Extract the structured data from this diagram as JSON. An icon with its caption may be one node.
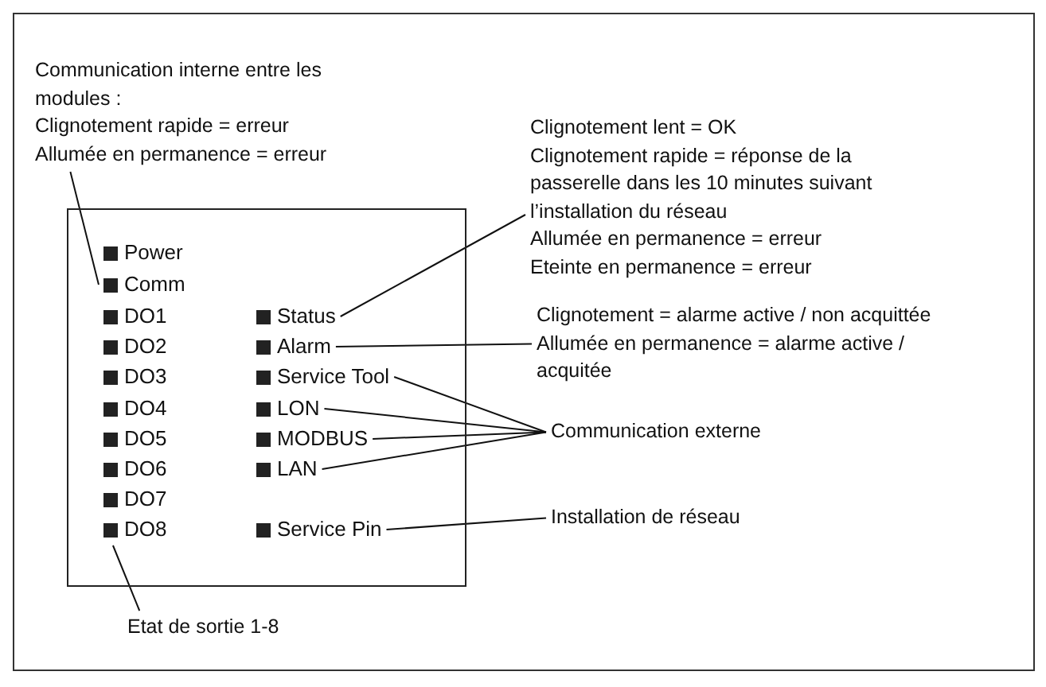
{
  "diagram": {
    "nodes": [
      {
        "text": [
          "Communication interne entre les modules :",
          "Clignotement rapide = erreur",
          "Allumée en permanence = erreur"
        ]
      },
      {
        "text": [
          "Clignotement lent = OK",
          "Clignotement rapide = réponse de la passerelle dans les 10 minutes suivant l’installation du réseau",
          "Allumée en permanence = erreur",
          "Eteinte en permanence = erreur"
        ]
      },
      {
        "text": [],
        "shape": "box"
      },
      {
        "text": [
          "Power"
        ],
        "in": 2
      },
      {
        "text": [
          "Comm"
        ],
        "in": 2
      },
      {
        "text": [
          "DO1"
        ],
        "in": 2
      },
      {
        "text": [
          "Status"
        ],
        "in": 2
      },
      {
        "text": [
          "DO2"
        ],
        "in": 2
      },
      {
        "text": [
          "Alarm"
        ],
        "in": 2
      },
      {
        "text": [
          "DO3"
        ],
        "in": 2
      },
      {
        "text": [
          "Service Tool"
        ],
        "in": 2
      },
      {
        "text": [
          "DO4"
        ],
        "in": 2
      },
      {
        "text": [
          "LON"
        ],
        "in": 2
      },
      {
        "text": [
          "DO5"
        ],
        "in": 2
      },
      {
        "text": [
          "MODBUS"
        ],
        "in": 2
      },
      {
        "text": [
          "DO6"
        ],
        "in": 2
      },
      {
        "text": [
          "LAN"
        ],
        "in": 2
      },
      {
        "text": [
          "DO7"
        ],
        "in": 2
      },
      {
        "text": [
          "DO8"
        ],
        "in": 2
      },
      {
        "text": [
          "Service Pin"
        ],
        "in": 2
      },
      {
        "text": [
          "Clignotement = alarme active / non acquittée",
          "Allumée en permanence = alarme active / acquitée"
        ]
      },
      {
        "text": [
          "Communication externe"
        ]
      },
      {
        "text": [
          "Installation de réseau"
        ]
      },
      {
        "text": [
          "Etat de sortie 1-8"
        ]
      }
    ],
    "edges": [
      {
        "from": 0,
        "to": 4,
        "arrow": "none"
      },
      {
        "from": 1,
        "to": 6,
        "arrow": "none"
      },
      {
        "from": 20,
        "to": 8,
        "arrow": "none"
      },
      {
        "from": 21,
        "to": 10,
        "arrow": "none"
      },
      {
        "from": 21,
        "to": 12,
        "arrow": "none"
      },
      {
        "from": 21,
        "to": 14,
        "arrow": "none"
      },
      {
        "from": 21,
        "to": 16,
        "arrow": "none"
      },
      {
        "from": 22,
        "to": 19,
        "arrow": "none"
      },
      {
        "from": 23,
        "to": 18,
        "arrow": "none"
      }
    ]
  }
}
